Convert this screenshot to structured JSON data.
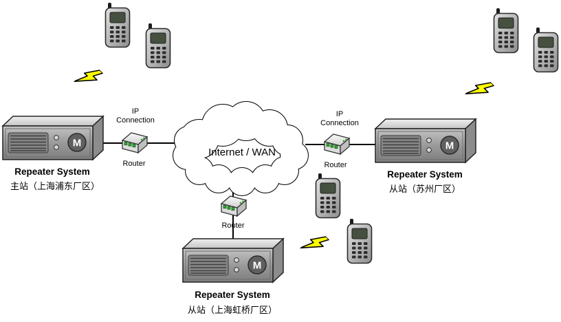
{
  "diagram": {
    "cloud": {
      "label": "Internet / WAN"
    },
    "routers": {
      "left": {
        "connection_label": [
          "IP",
          "Connection"
        ],
        "label": "Router"
      },
      "right": {
        "connection_label": [
          "IP",
          "Connection"
        ],
        "label": "Router"
      },
      "bottom": {
        "label": "Router"
      }
    },
    "repeaters": {
      "left": {
        "title": "Repeater System",
        "subtitle": "主站（上海浦东厂区）"
      },
      "right": {
        "title": "Repeater System",
        "subtitle": "从站（苏州厂区）"
      },
      "bottom": {
        "title": "Repeater System",
        "subtitle": "从站（上海虹桥厂区）"
      }
    },
    "logo": {
      "letter": "M"
    },
    "colors": {
      "lightning": "#ffff00",
      "line": "#000000"
    }
  }
}
